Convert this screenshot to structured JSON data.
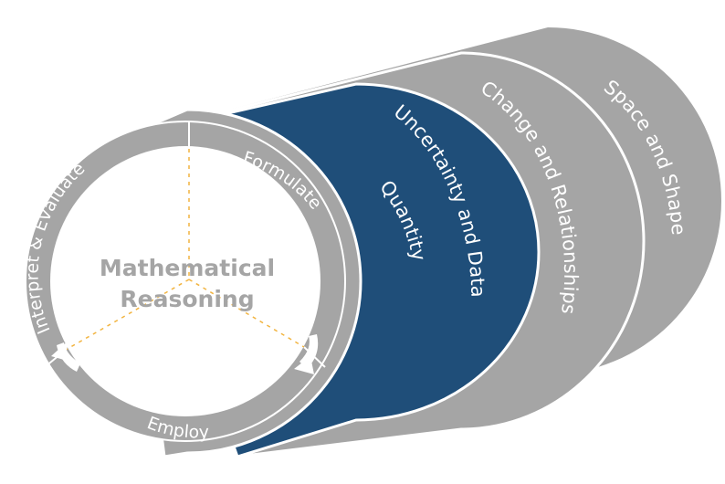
{
  "center": {
    "line1": "Mathematical",
    "line2": "Reasoning"
  },
  "process": {
    "formulate": "Formulate",
    "employ": "Employ",
    "interpret": "Interpret & Evaluate"
  },
  "content_areas": {
    "quantity": "Quantity",
    "uncertainty": "Uncertainty and Data",
    "change": "Change and Relationships",
    "space": "Space and Shape"
  },
  "colors": {
    "gray": "#a5a5a5",
    "highlight": "#1f4e79",
    "center_text": "#a5a5a5",
    "spokes": "#f2b440"
  }
}
